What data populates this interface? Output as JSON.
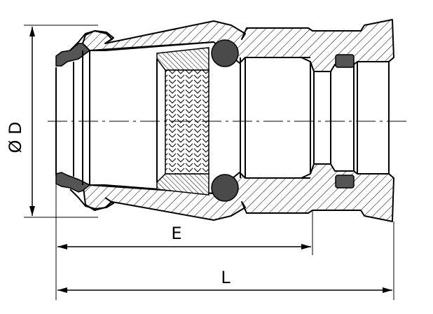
{
  "labels": {
    "diameter": "Ø D",
    "length_e": "E",
    "length_l": "L"
  }
}
